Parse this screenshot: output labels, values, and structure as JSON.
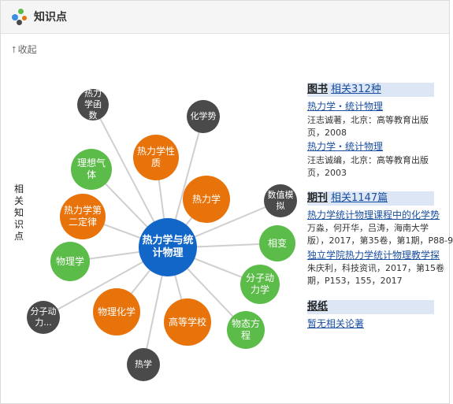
{
  "header": {
    "title": "知识点",
    "logo_colors": [
      "#3a8de0",
      "#5cbc4a",
      "#e8730a",
      "#4a4a4a"
    ]
  },
  "toolbar": {
    "collapse_label": "收起",
    "collapse_arrow": "⭡"
  },
  "side_label": "相关知识点",
  "graph": {
    "center": "热力学与统计物理",
    "nodes": [
      {
        "label": "热力学函数",
        "color": "dark"
      },
      {
        "label": "化学势",
        "color": "dark"
      },
      {
        "label": "理想气体",
        "color": "green"
      },
      {
        "label": "热力学性质",
        "color": "orange"
      },
      {
        "label": "热力学",
        "color": "orange"
      },
      {
        "label": "数值模拟",
        "color": "dark"
      },
      {
        "label": "热力学第二定律",
        "color": "orange"
      },
      {
        "label": "相变",
        "color": "green"
      },
      {
        "label": "物理学",
        "color": "green"
      },
      {
        "label": "分子动力学",
        "color": "green"
      },
      {
        "label": "物理化学",
        "color": "orange"
      },
      {
        "label": "高等学校",
        "color": "orange"
      },
      {
        "label": "分子动力...",
        "color": "dark"
      },
      {
        "label": "物态方程",
        "color": "green"
      },
      {
        "label": "热学",
        "color": "dark"
      }
    ],
    "colors": {
      "orange": "#e8730a",
      "green": "#5cbc4a",
      "dark": "#4a4a4a",
      "center": "#1266c8"
    }
  },
  "books": {
    "title": "图书",
    "count": "相关312种",
    "items": [
      {
        "title": "热力学・统计物理",
        "meta1": "汪志诚著，北京：高等教育出版",
        "meta2": "页，2008"
      },
      {
        "title": "热力学・统计物理",
        "meta1": "汪志诚编，北京：高等教育出版",
        "meta2": "页，2003"
      }
    ]
  },
  "journals": {
    "title": "期刊",
    "count": "相关1147篇",
    "items": [
      {
        "title": "热力学统计物理课程中的化学势",
        "meta1": "万淼，何开华，吕涛，海南大学",
        "meta2": "版），2017，第35卷，第1期，P88-9"
      },
      {
        "title": "独立学院热力学统计物理教学探",
        "meta1": "朱庆利，科技资讯，2017，第15卷",
        "meta2": "期，P153，155，2017"
      }
    ]
  },
  "newspapers": {
    "title": "报纸",
    "empty": "暂无相关论著"
  }
}
